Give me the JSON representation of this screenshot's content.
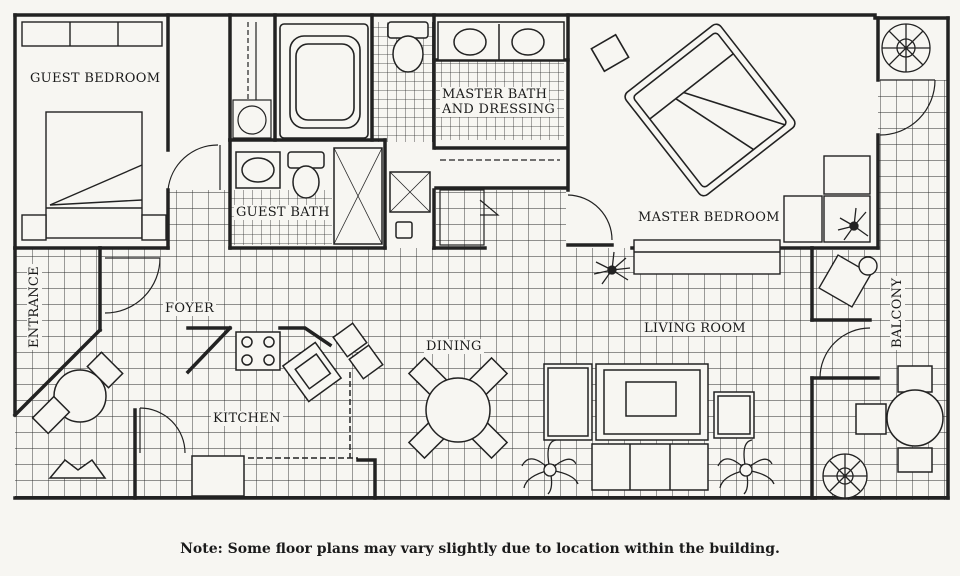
{
  "rooms": {
    "guest_bedroom": "GUEST BEDROOM",
    "master_bath_line1": "MASTER BATH",
    "master_bath_line2": "AND DRESSING",
    "guest_bath": "GUEST BATH",
    "master_bedroom": "MASTER BEDROOM",
    "entrance": "ENTRANCE",
    "foyer": "FOYER",
    "dining": "DINING",
    "living_room": "LIVING ROOM",
    "balcony": "BALCONY",
    "kitchen": "KITCHEN"
  },
  "note": "Note: Some floor plans may vary slightly due to location within the building."
}
